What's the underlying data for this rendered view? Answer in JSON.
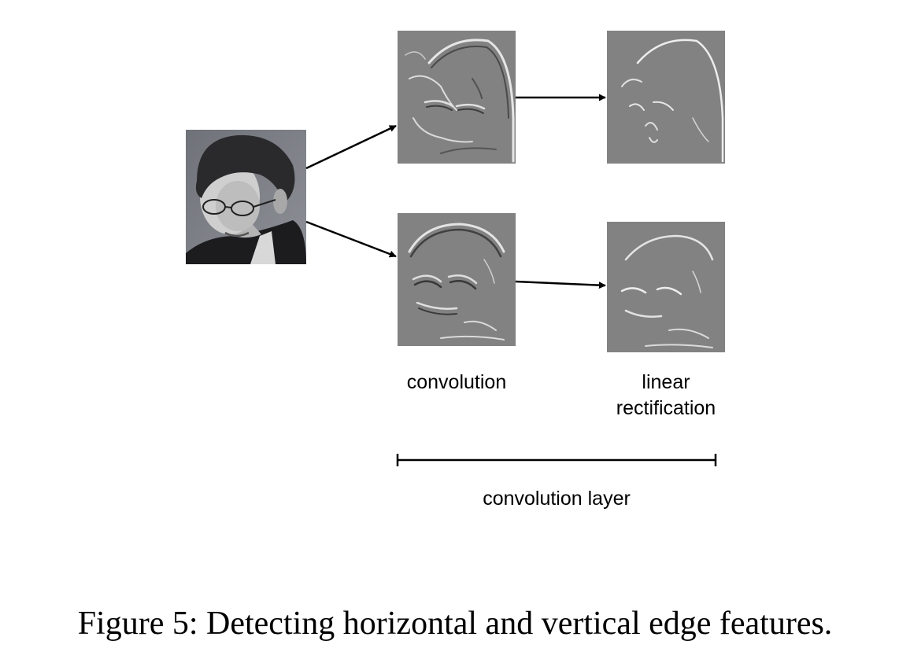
{
  "labels": {
    "convolution": "convolution",
    "linear_rectification_line1": "linear",
    "linear_rectification_line2": "rectification",
    "convolution_layer": "convolution layer"
  },
  "caption": "Figure 5: Detecting horizontal and vertical edge features.",
  "colors": {
    "feature_map_gray": "#828282",
    "edge_highlight": "#e6e6e6",
    "edge_shadow": "#3c3c3c",
    "arrow": "#000000"
  }
}
